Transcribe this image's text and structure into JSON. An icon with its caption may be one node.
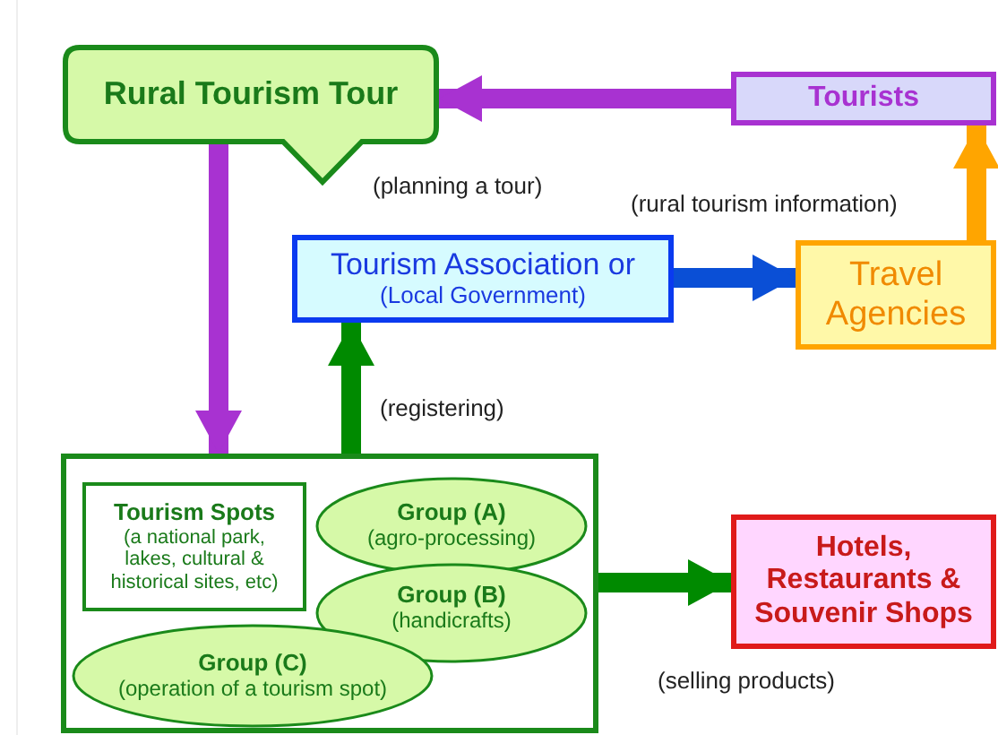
{
  "diagram": {
    "nodes": [
      {
        "text": [
          "Rural Tourism Tour"
        ]
      },
      {
        "text": [
          "Tourists"
        ]
      },
      {
        "text": [
          "Tourism Association or",
          "(Local Government)"
        ]
      },
      {
        "text": [
          "Travel Agencies"
        ]
      },
      {
        "text": [],
        "shape": "box"
      },
      {
        "text": [
          "Tourism Spots",
          "(a national park, lakes, cultural & historical sites, etc)"
        ],
        "in": 4
      },
      {
        "text": [
          "Group (A)",
          "(agro-processing)"
        ],
        "in": 4
      },
      {
        "text": [
          "Group (B)",
          "(handicrafts)"
        ],
        "in": 4
      },
      {
        "text": [
          "Group (C)",
          "(operation of a tourism spot)"
        ],
        "in": 4
      },
      {
        "text": [
          "Hotels, Restaurants & Souvenir Shops"
        ]
      }
    ],
    "edges": [
      {
        "from": 1,
        "to": 0,
        "arrow": "to",
        "color": "#a832d1"
      },
      {
        "from": 0,
        "to": 4,
        "arrow": "to",
        "color": "#a832d1"
      },
      {
        "from": 4,
        "to": 2,
        "arrow": "to",
        "color": "#008a00"
      },
      {
        "from": 2,
        "to": 3,
        "arrow": "to",
        "color": "#0a4fd6"
      },
      {
        "from": 3,
        "to": 1,
        "arrow": "to",
        "color": "#ffa500"
      },
      {
        "from": 4,
        "to": 9,
        "arrow": "to",
        "color": "#008a00"
      }
    ],
    "labels": [
      "(planning a tour)",
      "(rural tourism information)",
      "(registering)",
      "(selling products)"
    ]
  }
}
